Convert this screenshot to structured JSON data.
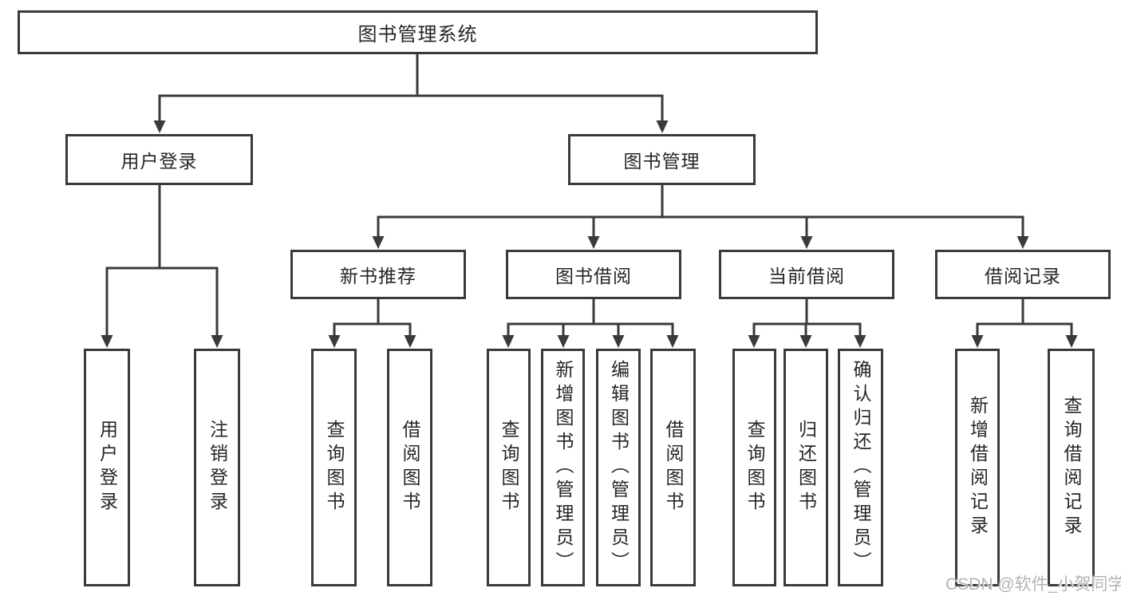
{
  "diagram": {
    "root": {
      "label": "图书管理系统"
    },
    "level2": [
      {
        "label": "用户登录"
      },
      {
        "label": "图书管理"
      }
    ],
    "level3": [
      {
        "label": "新书推荐"
      },
      {
        "label": "图书借阅"
      },
      {
        "label": "当前借阅"
      },
      {
        "label": "借阅记录"
      }
    ],
    "leaves": {
      "user_login": [
        "用户登录",
        "注销登录"
      ],
      "new_book_recommend": [
        "查询图书",
        "借阅图书"
      ],
      "book_borrow": [
        "查询图书",
        "新增图书（管理员）",
        "编辑图书（管理员）",
        "借阅图书"
      ],
      "current_borrow": [
        "查询图书",
        "归还图书",
        "确认归还（管理员）"
      ],
      "borrow_record": [
        "新增借阅记录",
        "查询借阅记录"
      ]
    }
  },
  "watermark": "CSDN @软件_小贺同学",
  "colors": {
    "line": "#3a3a3a",
    "box_border": "#3a3a3a",
    "text": "#262626",
    "watermark": "#adadad",
    "background": "#ffffff"
  }
}
